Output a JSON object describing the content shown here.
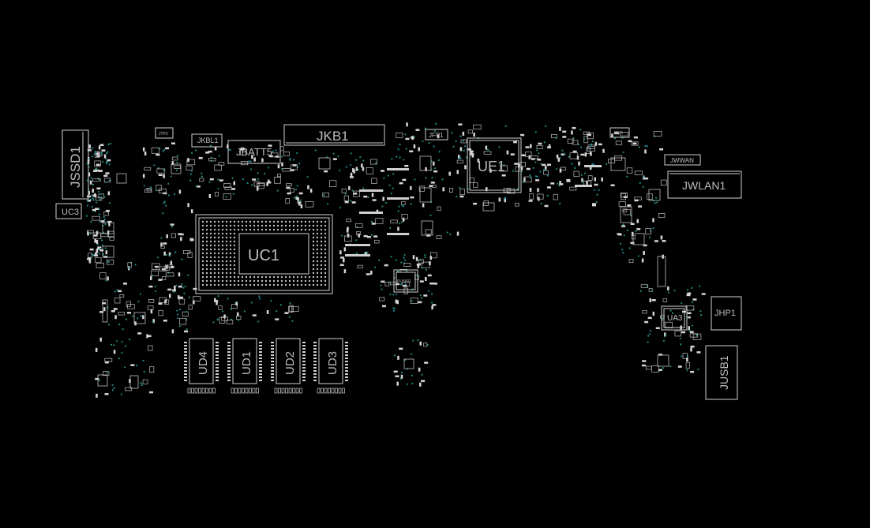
{
  "components": {
    "jssd1": "JSSD1",
    "uc3": "UC3",
    "jtp2": "JTP2",
    "jkbl1": "JKBL1",
    "jbatt5": "JBATT5",
    "jkb1": "JKB1",
    "jfp1": "JFP1",
    "ue1": "UE1",
    "jrp1": "JRP1",
    "jwwan": "JWWAN",
    "jwlan1": "JWLAN1",
    "uc1": "UC1",
    "pu5601": "PU5601",
    "ud4": "UD4",
    "ud1": "UD1",
    "ud2": "UD2",
    "ud3": "UD3",
    "ua3": "UA3",
    "jhp1": "JHP1",
    "jusb1": "JUSB1"
  },
  "colors": {
    "background": "#000000",
    "outline": "#cfcfcf",
    "label": "#bdbdbd",
    "via": "#1f8a8a"
  }
}
